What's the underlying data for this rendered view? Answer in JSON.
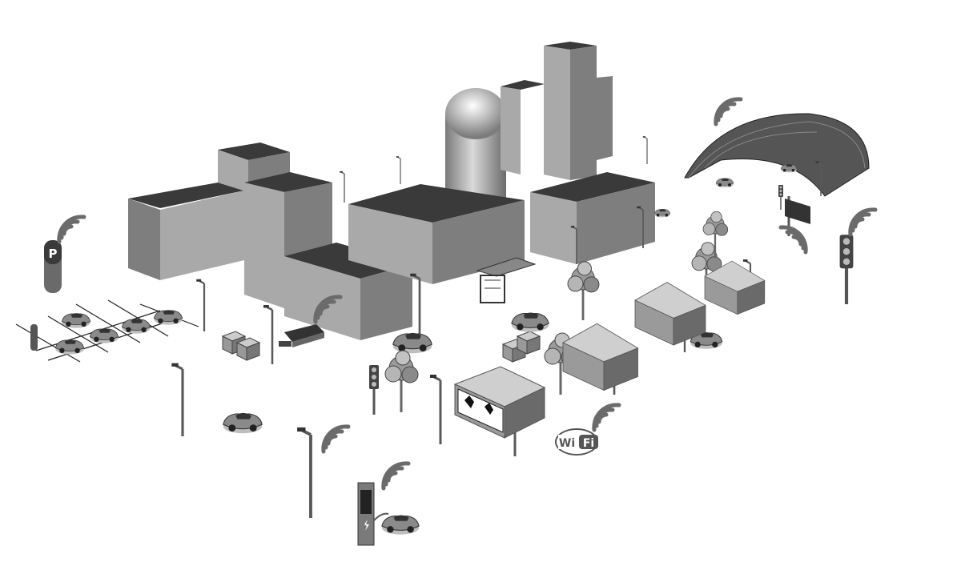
{
  "scene": {
    "description_visible_text": {
      "parking_sign": "P",
      "wifi_logo_left": "Wi",
      "wifi_logo_right": "Fi"
    }
  },
  "colors": {
    "roof": "#3a3a3a",
    "wall_light": "#a9a9a9",
    "wall_dark": "#7e7e7e",
    "wave": "#6b6b6b",
    "line": "#222222"
  },
  "icons": [
    "parking-meter-icon",
    "wifi-signal-icon",
    "street-lamp-icon",
    "traffic-light-icon",
    "cctv-camera-icon",
    "ev-charger-icon",
    "car-icon",
    "tree-icon",
    "bus-stop-icon",
    "billboard-icon",
    "dome-icon",
    "waste-bin-icon",
    "wifi-logo-icon"
  ]
}
